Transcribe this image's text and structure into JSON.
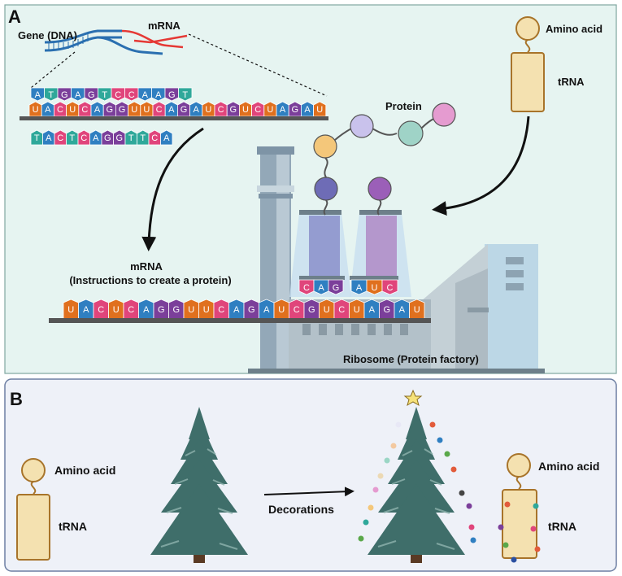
{
  "panel_a": {
    "letter": "A",
    "gene_label": "Gene (DNA)",
    "mrna_top_label": "mRNA",
    "dna_top_strand": [
      "A",
      "T",
      "G",
      "A",
      "G",
      "T",
      "C",
      "C",
      "A",
      "A",
      "G",
      "T"
    ],
    "mrna_strip": [
      "U",
      "A",
      "C",
      "U",
      "C",
      "A",
      "G",
      "G",
      "U",
      "U",
      "C",
      "A",
      "G",
      "A",
      "U",
      "C",
      "G",
      "U",
      "C",
      "U",
      "A",
      "G",
      "A",
      "U"
    ],
    "dna_bottom_strand": [
      "T",
      "A",
      "C",
      "T",
      "C",
      "A",
      "G",
      "G",
      "T",
      "T",
      "C",
      "A"
    ],
    "protein_label": "Protein",
    "amino_acid_label": "Amino acid",
    "trna_label": "tRNA",
    "mrna_desc_line1": "mRNA",
    "mrna_desc_line2": "(Instructions to create a protein)",
    "mrna_long_strip": [
      "U",
      "A",
      "C",
      "U",
      "C",
      "A",
      "G",
      "G",
      "U",
      "U",
      "C",
      "A",
      "G",
      "A",
      "U",
      "C",
      "G",
      "U",
      "C",
      "U",
      "A",
      "G",
      "A",
      "U"
    ],
    "anticodon_1": [
      "C",
      "A",
      "G"
    ],
    "anticodon_2": [
      "A",
      "U",
      "C"
    ],
    "factory_label": "Ribosome (Protein factory)"
  },
  "panel_b": {
    "letter": "B",
    "amino_acid_label_left": "Amino acid",
    "trna_label_left": "tRNA",
    "arrow_label": "Decorations",
    "amino_acid_label_right": "Amino acid",
    "trna_label_right": "tRNA"
  },
  "colors": {
    "panel_a_bg": "#e6f4f1",
    "panel_b_bg": "#eef1f8",
    "trna_fill": "#f4e1b0",
    "trna_stroke": "#a8742a",
    "tree_green": "#3f6e6a",
    "nt_A": "#2f7fc1",
    "nt_U": "#e0701e",
    "nt_G": "#7b3f9a",
    "nt_C": "#e0457b",
    "nt_T": "#2fa89a"
  }
}
